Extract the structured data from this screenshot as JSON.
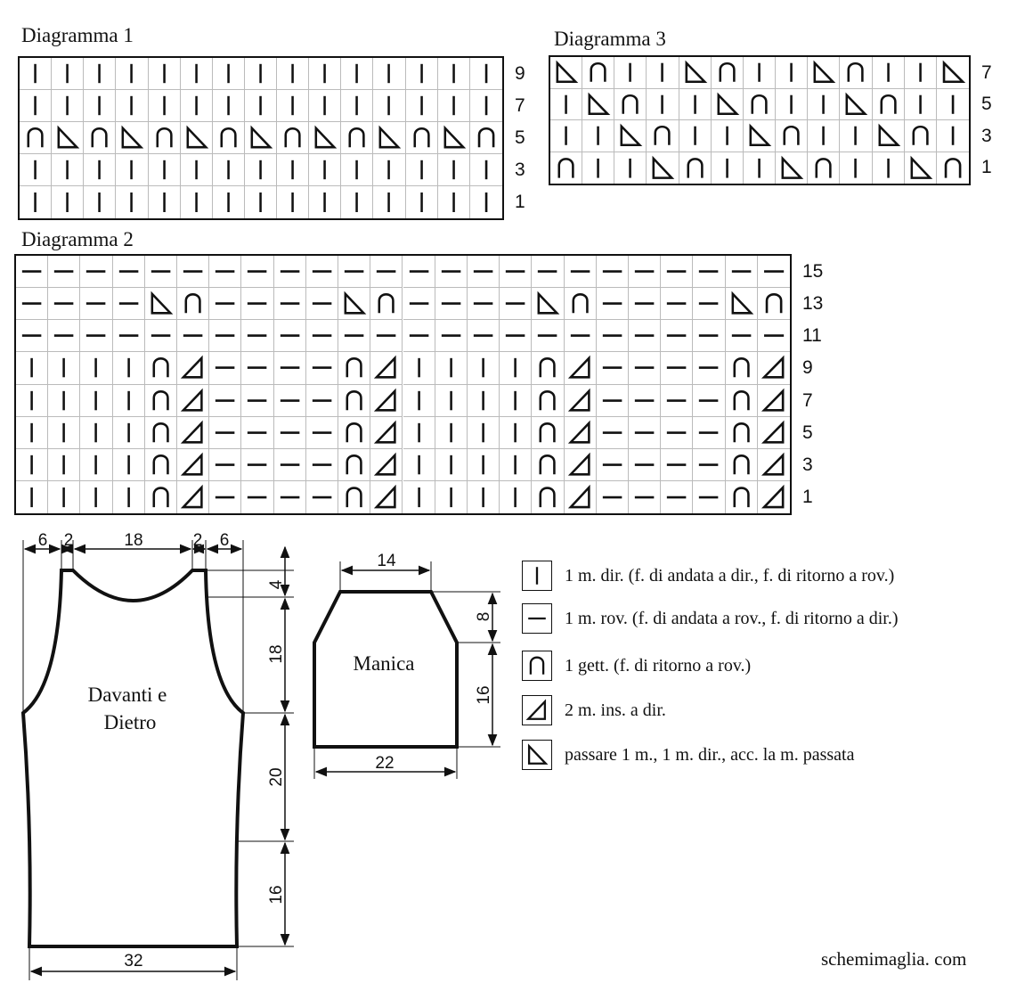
{
  "diagram1": {
    "title": "Diagramma 1",
    "row_labels": [
      "9",
      "7",
      "5",
      "3",
      "1"
    ],
    "rows": [
      [
        "k",
        "k",
        "k",
        "k",
        "k",
        "k",
        "k",
        "k",
        "k",
        "k",
        "k",
        "k",
        "k",
        "k",
        "k"
      ],
      [
        "k",
        "k",
        "k",
        "k",
        "k",
        "k",
        "k",
        "k",
        "k",
        "k",
        "k",
        "k",
        "k",
        "k",
        "k"
      ],
      [
        "y",
        "s",
        "y",
        "s",
        "y",
        "s",
        "y",
        "s",
        "y",
        "s",
        "y",
        "s",
        "y",
        "s",
        "y"
      ],
      [
        "k",
        "k",
        "k",
        "k",
        "k",
        "k",
        "k",
        "k",
        "k",
        "k",
        "k",
        "k",
        "k",
        "k",
        "k"
      ],
      [
        "k",
        "k",
        "k",
        "k",
        "k",
        "k",
        "k",
        "k",
        "k",
        "k",
        "k",
        "k",
        "k",
        "k",
        "k"
      ]
    ]
  },
  "diagram2": {
    "title": "Diagramma 2",
    "row_labels": [
      "15",
      "13",
      "11",
      "9",
      "7",
      "5",
      "3",
      "1"
    ],
    "rows": [
      [
        "p",
        "p",
        "p",
        "p",
        "p",
        "p",
        "p",
        "p",
        "p",
        "p",
        "p",
        "p",
        "p",
        "p",
        "p",
        "p",
        "p",
        "p",
        "p",
        "p",
        "p",
        "p",
        "p",
        "p"
      ],
      [
        "p",
        "p",
        "p",
        "p",
        "s",
        "y",
        "p",
        "p",
        "p",
        "p",
        "s",
        "y",
        "p",
        "p",
        "p",
        "p",
        "s",
        "y",
        "p",
        "p",
        "p",
        "p",
        "s",
        "y"
      ],
      [
        "p",
        "p",
        "p",
        "p",
        "p",
        "p",
        "p",
        "p",
        "p",
        "p",
        "p",
        "p",
        "p",
        "p",
        "p",
        "p",
        "p",
        "p",
        "p",
        "p",
        "p",
        "p",
        "p",
        "p"
      ],
      [
        "k",
        "k",
        "k",
        "k",
        "y",
        "t",
        "p",
        "p",
        "p",
        "p",
        "y",
        "t",
        "k",
        "k",
        "k",
        "k",
        "y",
        "t",
        "p",
        "p",
        "p",
        "p",
        "y",
        "t"
      ],
      [
        "k",
        "k",
        "k",
        "k",
        "y",
        "t",
        "p",
        "p",
        "p",
        "p",
        "y",
        "t",
        "k",
        "k",
        "k",
        "k",
        "y",
        "t",
        "p",
        "p",
        "p",
        "p",
        "y",
        "t"
      ],
      [
        "k",
        "k",
        "k",
        "k",
        "y",
        "t",
        "p",
        "p",
        "p",
        "p",
        "y",
        "t",
        "k",
        "k",
        "k",
        "k",
        "y",
        "t",
        "p",
        "p",
        "p",
        "p",
        "y",
        "t"
      ],
      [
        "k",
        "k",
        "k",
        "k",
        "y",
        "t",
        "p",
        "p",
        "p",
        "p",
        "y",
        "t",
        "k",
        "k",
        "k",
        "k",
        "y",
        "t",
        "p",
        "p",
        "p",
        "p",
        "y",
        "t"
      ],
      [
        "k",
        "k",
        "k",
        "k",
        "y",
        "t",
        "p",
        "p",
        "p",
        "p",
        "y",
        "t",
        "k",
        "k",
        "k",
        "k",
        "y",
        "t",
        "p",
        "p",
        "p",
        "p",
        "y",
        "t"
      ]
    ]
  },
  "diagram3": {
    "title": "Diagramma 3",
    "row_labels": [
      "7",
      "5",
      "3",
      "1"
    ],
    "rows": [
      [
        "s",
        "y",
        "k",
        "k",
        "s",
        "y",
        "k",
        "k",
        "s",
        "y",
        "k",
        "k",
        "s"
      ],
      [
        "k",
        "s",
        "y",
        "k",
        "k",
        "s",
        "y",
        "k",
        "k",
        "s",
        "y",
        "k",
        "k"
      ],
      [
        "k",
        "k",
        "s",
        "y",
        "k",
        "k",
        "s",
        "y",
        "k",
        "k",
        "s",
        "y",
        "k"
      ],
      [
        "y",
        "k",
        "k",
        "s",
        "y",
        "k",
        "k",
        "s",
        "y",
        "k",
        "k",
        "s",
        "y"
      ]
    ]
  },
  "body_schematic": {
    "label_line1": "Davanti e",
    "label_line2": "Dietro",
    "dims": {
      "top_a": "6",
      "top_b": "2",
      "top_c": "18",
      "top_d": "2",
      "top_e": "6",
      "side_a": "4",
      "side_b": "18",
      "side_c": "20",
      "side_d": "16",
      "bottom": "32"
    }
  },
  "sleeve_schematic": {
    "label": "Manica",
    "dims": {
      "top": "14",
      "side_a": "8",
      "side_b": "16",
      "bottom": "22"
    }
  },
  "legend": [
    {
      "symbol": "k",
      "icon": "knit-stitch-icon",
      "text": "1 m. dir. (f. di andata a dir., f. di ritorno a rov.)"
    },
    {
      "symbol": "p",
      "icon": "purl-stitch-icon",
      "text": "1 m. rov. (f. di andata a rov., f. di ritorno a dir.)"
    },
    {
      "symbol": "y",
      "icon": "yarn-over-icon",
      "text": "1 gett.  (f. di ritorno a rov.)"
    },
    {
      "symbol": "t",
      "icon": "knit-two-together-icon",
      "text": "2 m. ins. a dir."
    },
    {
      "symbol": "s",
      "icon": "slip-knit-pass-over-icon",
      "text": "passare 1 m., 1 m. dir., acc. la m. passata"
    }
  ],
  "credit": "schemimaglia. com"
}
